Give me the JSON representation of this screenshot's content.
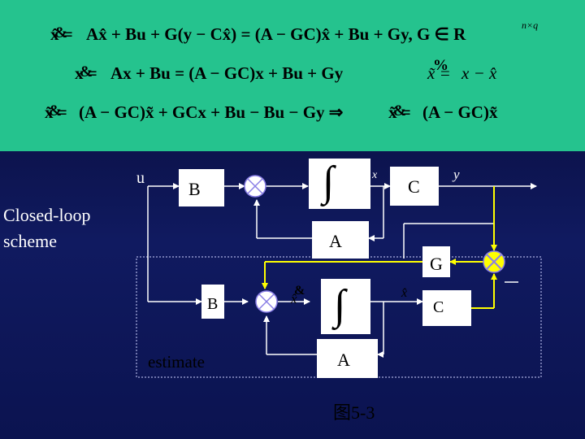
{
  "equations": {
    "line1": {
      "lhs": "x̂ =",
      "rhs": "Ax̂ + Bu + G(y − Cx̂) = (A − GC)x̂ + Bu + Gy, G ∈ R",
      "sup": "n×q",
      "dot_glyph": "&"
    },
    "line2": {
      "lhs": "x =",
      "rhs": "Ax + Bu = (A − GC)x + Bu + Gy",
      "err_lhs": "x̃ =",
      "err_rhs": "x − x̂",
      "dot_glyph": "&",
      "tilde_glyph": "%"
    },
    "line3": {
      "lhs": "x̃ =",
      "rhs": "(A − GC)x̃ + GCx + Bu − Bu − Gy ⇒",
      "lhs2": "x̃ =",
      "rhs2": "(A − GC)x̃",
      "dot_glyph": "&",
      "tilde_glyph": "%"
    }
  },
  "labels": {
    "title_line1": "Closed-loop",
    "title_line2": "scheme",
    "u": "u",
    "y": "y",
    "x_out": "x",
    "B_top": "B",
    "C_top": "C",
    "A_top": "A",
    "G": "G",
    "B_bot": "B",
    "C_bot": "C",
    "A_bot": "A",
    "estimate": "estimate",
    "xhat_dot": "x̂",
    "dot_glyph": "&",
    "xhat": "x̂",
    "caption": "图5-3",
    "integrator": "∫"
  },
  "colors": {
    "equation_panel": "#25c38e",
    "background": "#0b1350",
    "text": "#000000",
    "line": "#ffffff",
    "feedback_line": "#ffff00",
    "sum_junction": "#8a7fe6",
    "g_junction": "#ffff00",
    "block_fill": "#ffffff"
  }
}
